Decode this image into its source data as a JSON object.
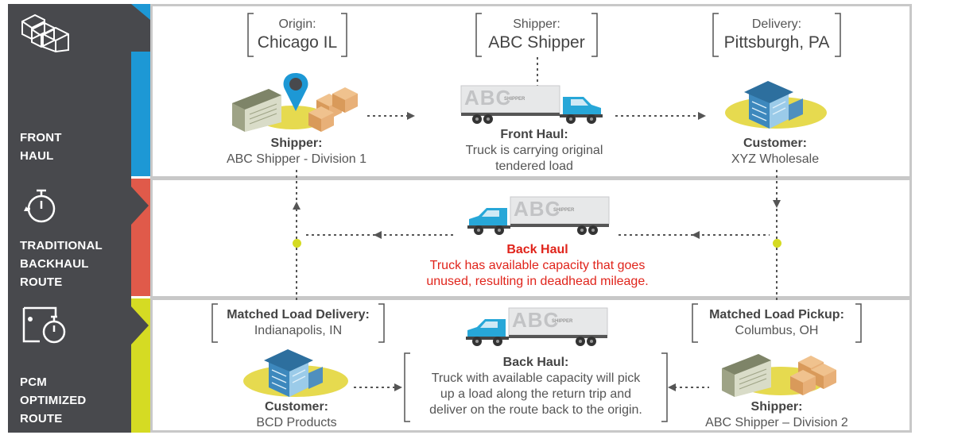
{
  "sections": [
    {
      "label": "FRONT\nHAUL",
      "accent": "#1d98d5"
    },
    {
      "label": "TRADITIONAL\nBACKHAUL\nROUTE",
      "accent": "#e05a4a"
    },
    {
      "label": "PCM\nOPTIMIZED\nROUTE",
      "accent": "#d5db23"
    }
  ],
  "colors": {
    "sidebar": "#48494d",
    "dotted_line": "#555555",
    "truck_cab": "#27a7d8",
    "red_text": "#e0241b",
    "ellipse": "#e6da4f"
  },
  "front": {
    "origin": {
      "label": "Origin:",
      "value": "Chicago IL"
    },
    "shipper_box": {
      "label": "Shipper:",
      "value": "ABC Shipper"
    },
    "delivery": {
      "label": "Delivery:",
      "value": "Pittsburgh, PA"
    },
    "truck_logo": "ABC",
    "truck_logo_sub": "SHIPPER",
    "shipper_caption": {
      "title": "Shipper:",
      "body": "ABC Shipper - Division 1"
    },
    "haul_caption": {
      "title": "Front Haul:",
      "body1": "Truck is carrying original",
      "body2": "tendered load"
    },
    "customer_caption": {
      "title": "Customer:",
      "body": "XYZ Wholesale"
    }
  },
  "traditional": {
    "truck_logo": "ABC",
    "truck_logo_sub": "SHIPPER",
    "caption": {
      "title": "Back Haul",
      "body1": "Truck has available capacity that goes",
      "body2": "unused, resulting in deadhead mileage."
    }
  },
  "pcm": {
    "matched_delivery": {
      "label": "Matched Load Delivery:",
      "value": "Indianapolis, IN"
    },
    "matched_pickup": {
      "label": "Matched Load Pickup:",
      "value": "Columbus, OH"
    },
    "truck_logo": "ABC",
    "truck_logo_sub": "SHIPPER",
    "haul_caption": {
      "title": "Back Haul:",
      "body1": "Truck with available capacity will pick",
      "body2": "up a load along the return trip and",
      "body3": "deliver on the route back to the origin."
    },
    "customer_caption": {
      "title": "Customer:",
      "body": "BCD Products"
    },
    "shipper_caption": {
      "title": "Shipper:",
      "body": "ABC Shipper – Division 2"
    }
  }
}
